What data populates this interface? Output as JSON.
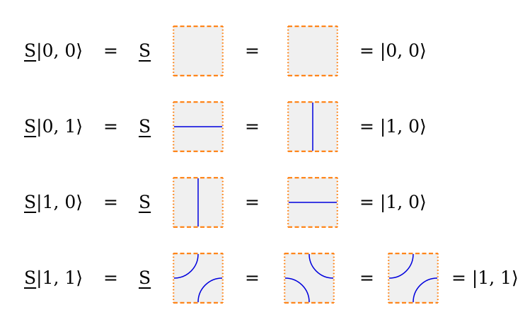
{
  "colors": {
    "tile_fill": "#f0f0f0",
    "border": "#ff7f0e",
    "curve": "#0000dd"
  },
  "equations": [
    {
      "lhs_op": "S",
      "lhs_ket": "|0, 0⟩",
      "eq1": "=",
      "op": "S",
      "eq2": "=",
      "tiles": [
        "empty",
        "empty"
      ],
      "result": "= |0, 0⟩"
    },
    {
      "lhs_op": "S",
      "lhs_ket": "|0, 1⟩",
      "eq1": "=",
      "op": "S",
      "eq2": "=",
      "tiles": [
        "horizontal-line",
        "vertical-line"
      ],
      "result": "= |1, 0⟩"
    },
    {
      "lhs_op": "S",
      "lhs_ket": "|1, 0⟩",
      "eq1": "=",
      "op": "S",
      "eq2": "=",
      "tiles": [
        "vertical-line",
        "horizontal-line"
      ],
      "result": "= |1, 0⟩"
    },
    {
      "lhs_op": "S",
      "lhs_ket": "|1, 1⟩",
      "eq1": "=",
      "op": "S",
      "eq2": "=",
      "eq3": "=",
      "tiles": [
        "arcs-top-left-bottom-right",
        "arcs-top-right-bottom-left",
        "arcs-top-left-bottom-right"
      ],
      "result": "= |1, 1⟩"
    }
  ]
}
